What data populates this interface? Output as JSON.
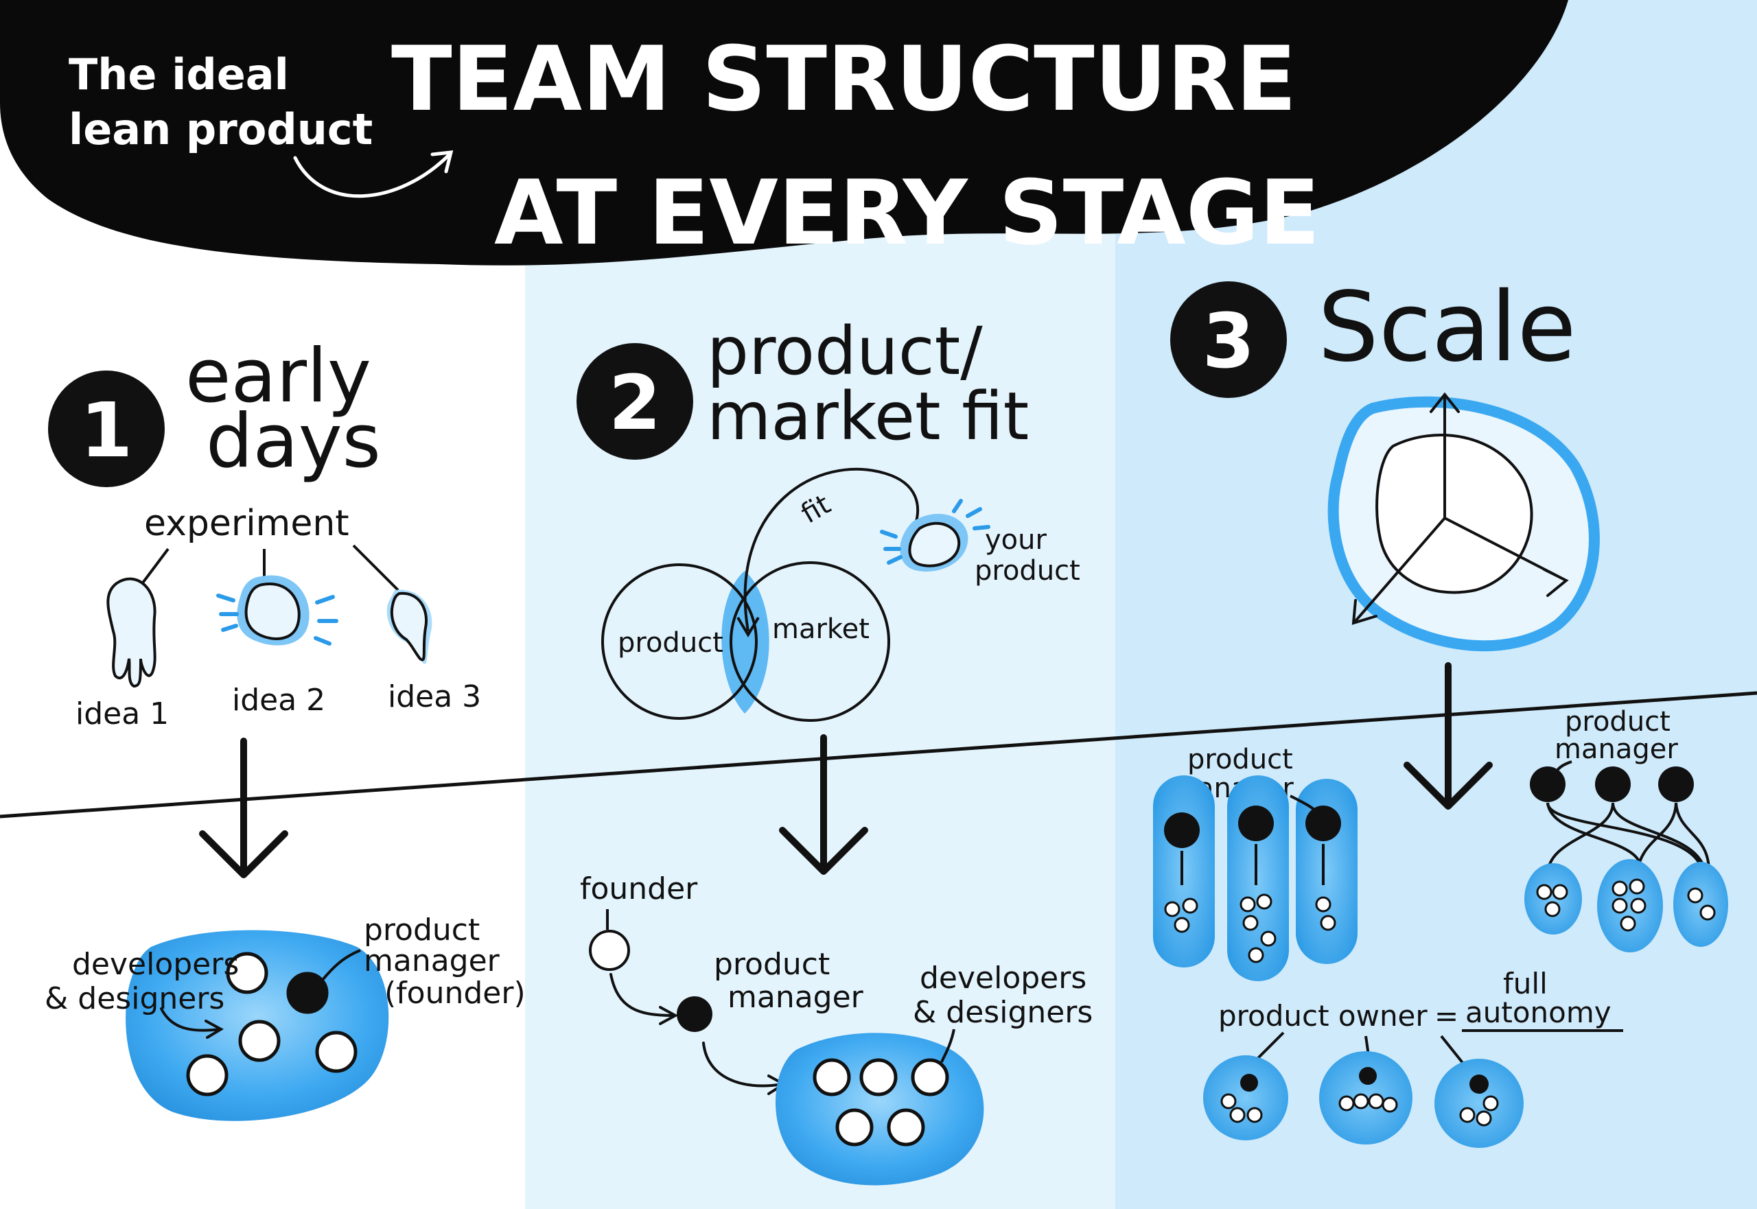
{
  "header": {
    "subtitle_line1": "The ideal",
    "subtitle_line2": "lean product",
    "title_line1": "TEAM STRUCTURE",
    "title_line2": "AT EVERY STAGE"
  },
  "stages": [
    {
      "number": "1",
      "title_line1": "early",
      "title_line2": "days",
      "experiment_label": "experiment",
      "ideas": [
        "idea 1",
        "idea 2",
        "idea 3"
      ],
      "team_label_devs_line1": "developers",
      "team_label_devs_line2": "& designers",
      "team_label_pm_line1": "product",
      "team_label_pm_line2": "manager",
      "team_label_pm_line3": "(founder)"
    },
    {
      "number": "2",
      "title_line1": "product/",
      "title_line2": "market fit",
      "venn_left": "product",
      "venn_right": "market",
      "fit_label": "fit",
      "your_product_line1": "your",
      "your_product_line2": "product",
      "founder_label": "founder",
      "pm_line1": "product",
      "pm_line2": "manager",
      "devs_line1": "developers",
      "devs_line2": "& designers"
    },
    {
      "number": "3",
      "title": "Scale",
      "pm_left_line1": "product",
      "pm_left_line2": "manager",
      "pm_right_line1": "product",
      "pm_right_line2": "manager",
      "owner_label": "product owner",
      "equals": "=",
      "autonomy_line1": "full",
      "autonomy_line2": "autonomy"
    }
  ],
  "colors": {
    "ink": "#111111",
    "blob": "#3aa8f0",
    "blob_light": "#8fd0fa",
    "panel2_bg": "#e4f4fd",
    "panel3_bg": "#cfeafb"
  }
}
